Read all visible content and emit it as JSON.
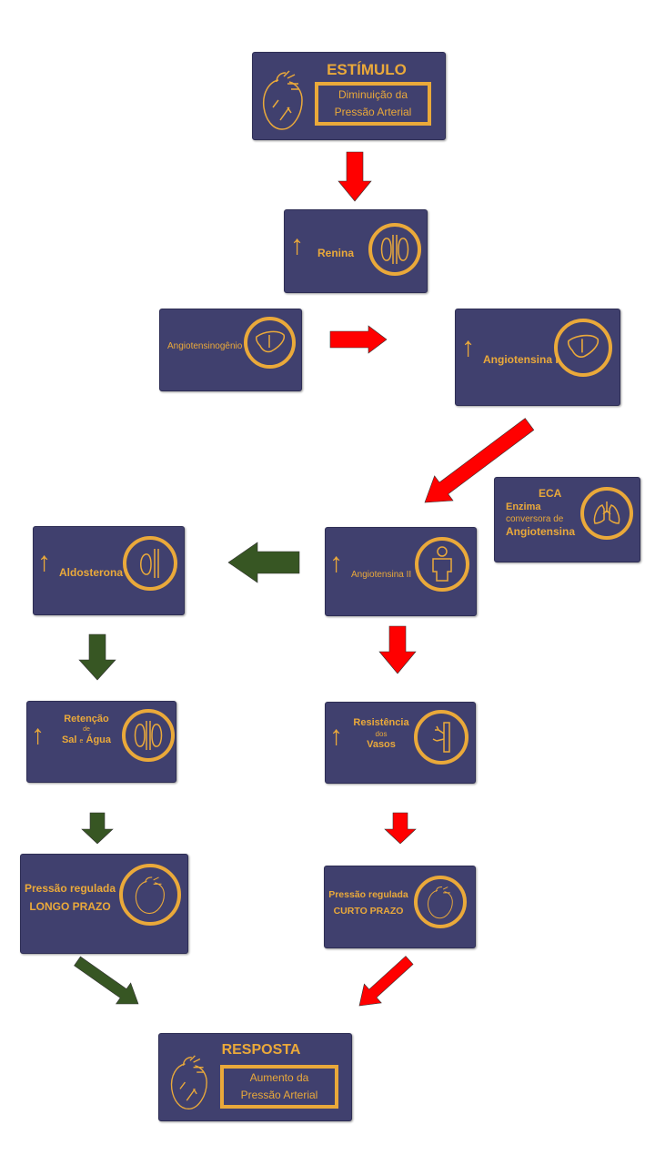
{
  "stimulus": {
    "title": "ESTÍMULO",
    "line1": "Diminuição da",
    "line2": "Pressão Arterial"
  },
  "renina": {
    "label": "Renina"
  },
  "angiotensinogenio": {
    "label": "Angiotensinogênio"
  },
  "angiotensina1": {
    "label": "Angiotensina I"
  },
  "eca": {
    "abbr": "ECA",
    "l1": "Enzima",
    "l2": "conversora de",
    "l3": "Angiotensina"
  },
  "angiotensina2": {
    "label": "Angiotensina II"
  },
  "aldosterona": {
    "label": "Aldosterona"
  },
  "retencao": {
    "l1": "Retenção",
    "l2": "de",
    "l3a": "Sal",
    "l3b": "e",
    "l3c": "Água"
  },
  "resistencia": {
    "l1": "Resistência",
    "l2": "dos",
    "l3": "Vasos"
  },
  "longo": {
    "l1": "Pressão regulada",
    "l2": "LONGO PRAZO"
  },
  "curto": {
    "l1": "Pressão regulada",
    "l2": "CURTO PRAZO"
  },
  "response": {
    "title": "RESPOSTA",
    "line1": "Aumento da",
    "line2": "Pressão Arterial"
  },
  "up_symbol": "↑",
  "colors": {
    "box": "#40406e",
    "gold": "#eaa93a",
    "red": "#ff0000",
    "green": "#375623"
  }
}
